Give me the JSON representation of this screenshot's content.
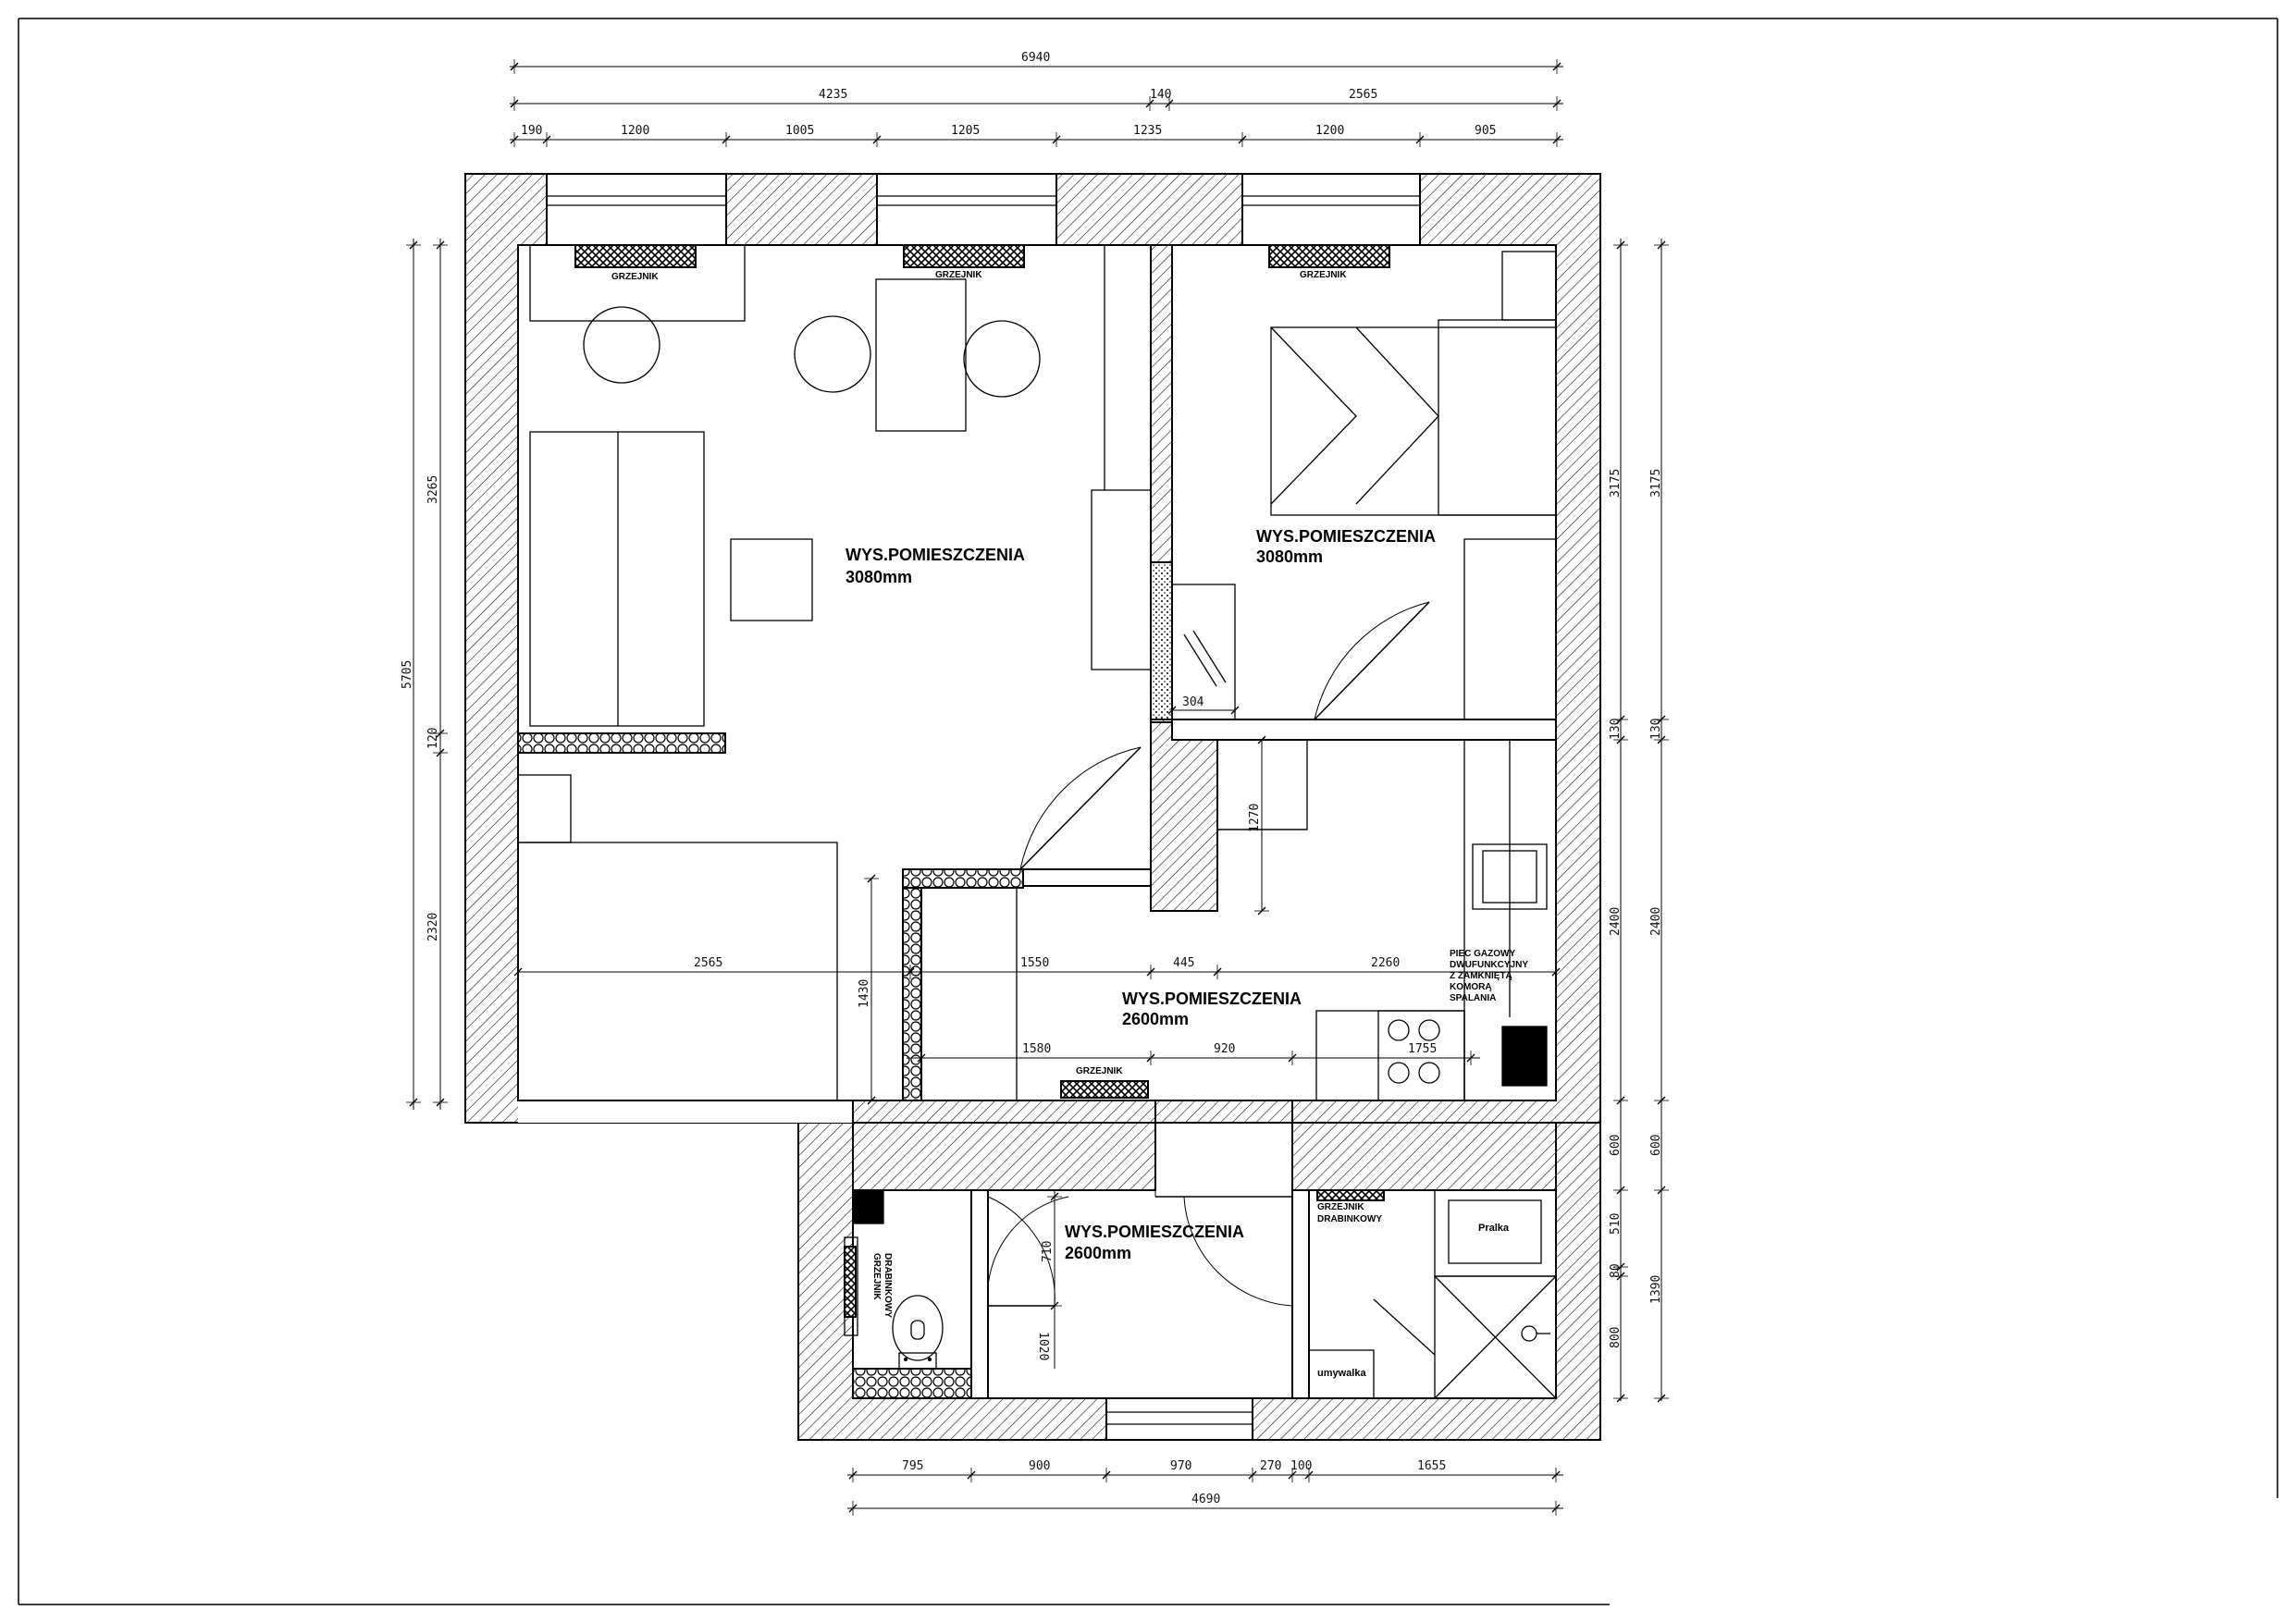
{
  "room_labels": {
    "living": {
      "title": "WYS.POMIESZCZENIA",
      "height": "3080mm"
    },
    "bedroom": {
      "title": "WYS.POMIESZCZENIA",
      "height": "3080mm"
    },
    "hall": {
      "title": "WYS.POMIESZCZENIA",
      "height": "2600mm"
    },
    "bath": {
      "title": "WYS.POMIESZCZENIA",
      "height": "2600mm"
    }
  },
  "fixtures": {
    "radiator": "GRZEJNIK",
    "ladder_radiator_line1": "GRZEJNIK",
    "ladder_radiator_line2": "DRABINKOWY",
    "washer": "Pralka",
    "sink": "umywalka",
    "boiler_lines": [
      "PIEC GAZOWY",
      "DWUFUNKCYJNY",
      "Z ZAMKNIĘTĄ",
      "KOMORĄ",
      "SPALANIA"
    ]
  },
  "dimensions": {
    "top_total": "6940",
    "top_mid": [
      "4235",
      "140",
      "2565"
    ],
    "top_row": [
      "190",
      "1200",
      "1005",
      "1205",
      "1235",
      "1200",
      "905"
    ],
    "left_total": "5705",
    "left": [
      "3265",
      "120",
      "2320"
    ],
    "right_inner": [
      "3175",
      "130",
      "2400",
      "600",
      "510",
      "80",
      "800"
    ],
    "right_outer": [
      "3175",
      "130",
      "2400",
      "600",
      "1390"
    ],
    "bottom_row": [
      "795",
      "900",
      "970",
      "270",
      "100",
      "1655"
    ],
    "bottom_total": "4690",
    "interior": {
      "d304": "304",
      "d1270": "1270",
      "d1430": "1430",
      "d2565": "2565",
      "d1550": "1550",
      "d445": "445",
      "d2260": "2260",
      "d1580": "1580",
      "d920": "920",
      "d1755": "1755",
      "d710": "710",
      "d1020": "1020"
    }
  }
}
